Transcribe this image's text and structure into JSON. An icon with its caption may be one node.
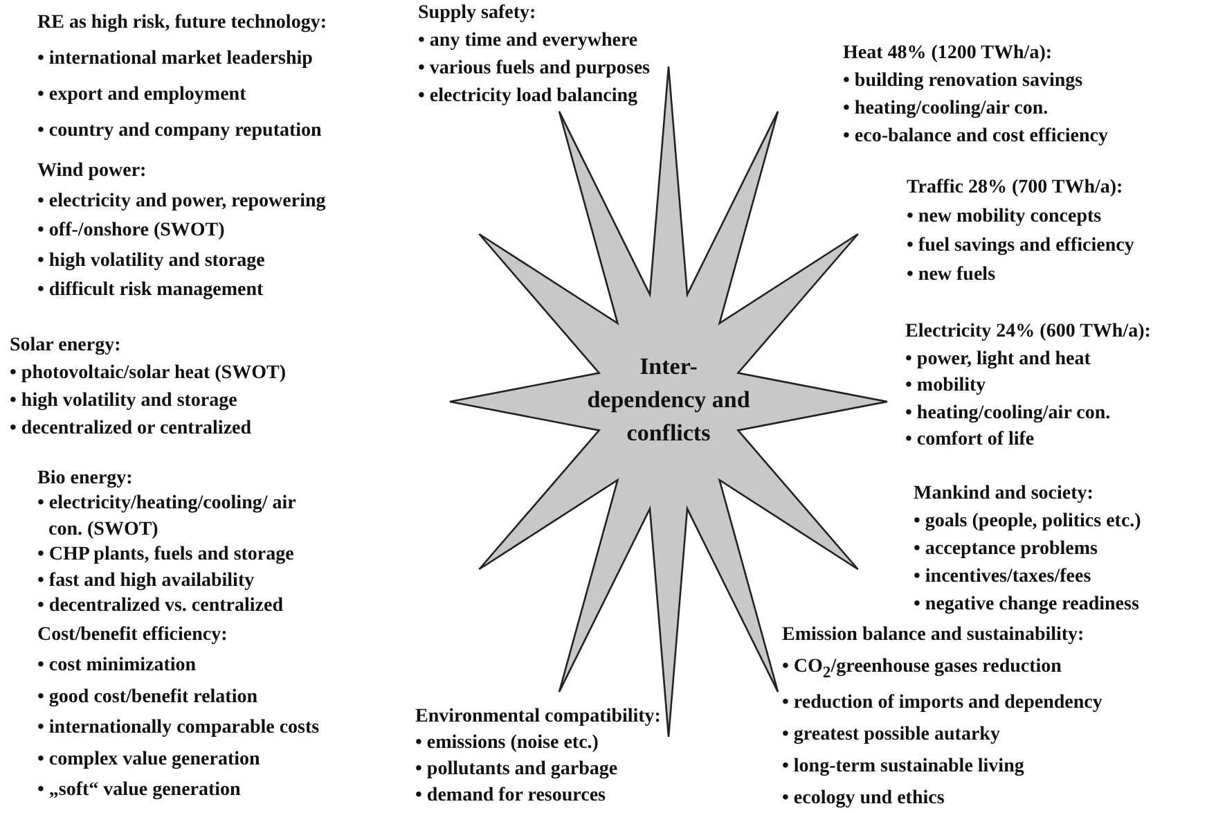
{
  "diagram": {
    "nodes": [
      {
        "text": [
          "Inter- dependency and conflicts"
        ]
      }
    ],
    "labels": [
      "RE as high risk, future technology:",
      "• international market leadership",
      "• export and employment",
      "• country and company reputation",
      "Supply safety:",
      "• any time and everywhere",
      "• various fuels and purposes",
      "• electricity load balancing",
      "Heat 48% (1200 TWh/a):",
      "• building renovation savings",
      "• heating/cooling/air con.",
      "• eco-balance and cost efficiency",
      "Wind power:",
      "• electricity and power, repowering",
      "• off-/onshore (SWOT)",
      "• high volatility and storage",
      "• difficult risk management",
      "Traffic 28% (700 TWh/a):",
      "• new mobility concepts",
      "• fuel savings and efficiency",
      "• new fuels",
      "Solar energy:",
      "• photovoltaic/solar heat (SWOT)",
      "• high volatility and storage",
      "• decentralized or centralized",
      "Electricity 24% (600 TWh/a):",
      "• power, light and heat",
      "• mobility",
      "• heating/cooling/air con.",
      "• comfort of life",
      "Bio energy:",
      "• electricity/heating/cooling/ air con. (SWOT)",
      "• CHP plants, fuels and storage",
      "• fast and high availability",
      "• decentralized vs. centralized",
      "Mankind and society:",
      "• goals (people, politics etc.)",
      "• acceptance problems",
      "• incentives/taxes/fees",
      "• negative change readiness",
      "Cost/benefit efficiency:",
      "• cost minimization",
      "• good cost/benefit relation",
      "• internationally comparable costs",
      "• complex value generation",
      "• „soft“ value generation",
      "Environmental compatibility:",
      "• emissions (noise etc.)",
      "• pollutants and garbage",
      "• demand for resources",
      "Emission balance and sustainability:",
      "• CO$_{2}$/greenhouse gases reduction",
      "• reduction of imports and dependency",
      "• greatest possible autarky",
      "• long-term sustainable living",
      "• ecology und ethics"
    ]
  }
}
